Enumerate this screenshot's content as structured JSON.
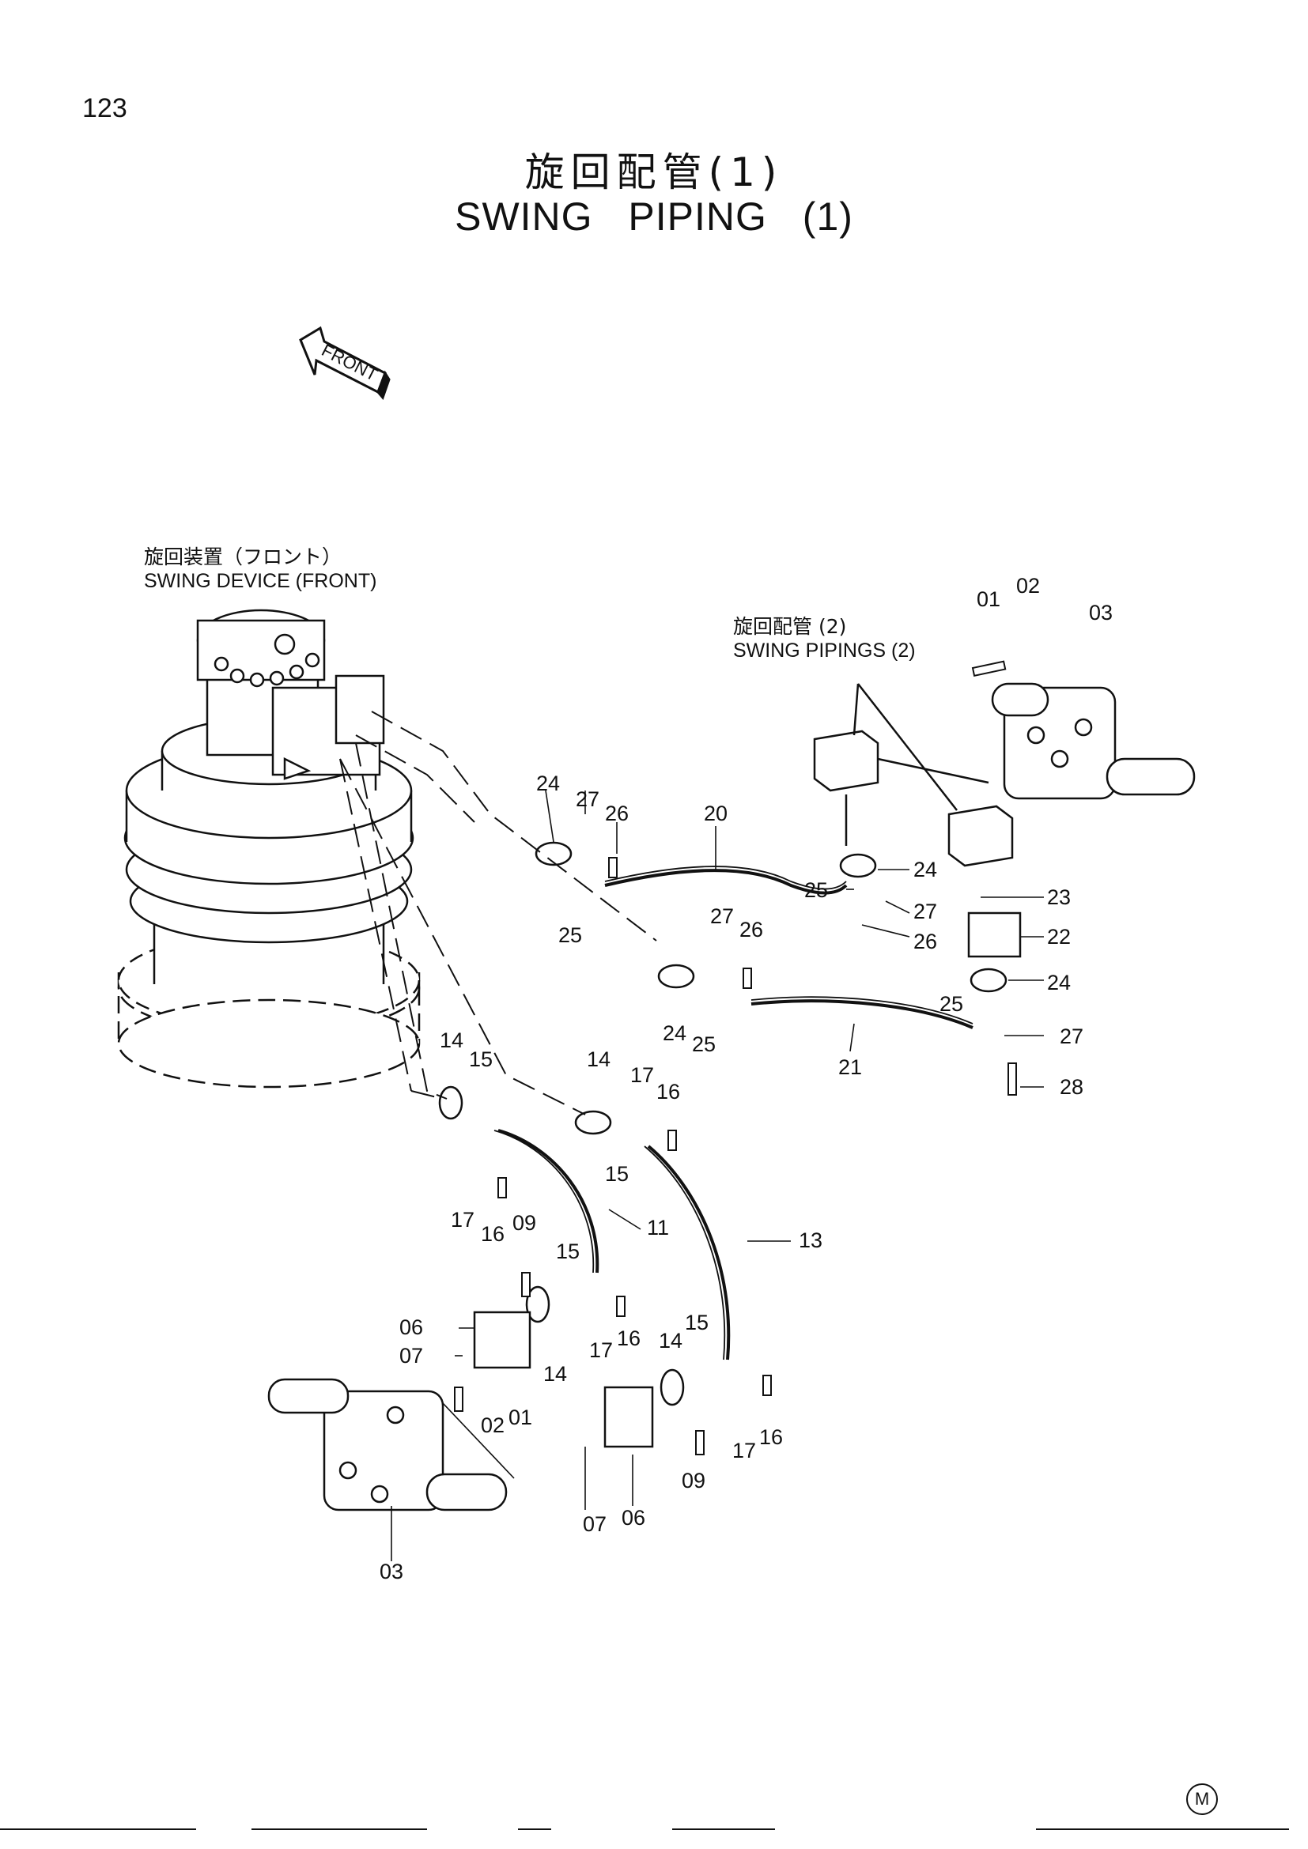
{
  "page_number": "123",
  "title_jp": "旋回配管(1)",
  "title_en": "SWING   PIPING (1)",
  "front_arrow_label": "FRONT",
  "labels": {
    "swing_device_jp": "旋回装置（フロント）",
    "swing_device_en": "SWING DEVICE (FRONT)",
    "swing_pipings_jp": "旋回配管 (2)",
    "swing_pipings_en": "SWING PIPINGS (2)"
  },
  "callouts": [
    "01",
    "02",
    "03",
    "24",
    "27",
    "26",
    "20",
    "24",
    "25",
    "27",
    "23",
    "22",
    "25",
    "27",
    "26",
    "24",
    "24",
    "25",
    "25",
    "27",
    "26",
    "21",
    "28",
    "14",
    "15",
    "14",
    "17",
    "16",
    "15",
    "17",
    "16",
    "09",
    "11",
    "13",
    "15",
    "06",
    "07",
    "14",
    "17",
    "16",
    "15",
    "14",
    "02",
    "01",
    "17",
    "16",
    "09",
    "03",
    "07",
    "06"
  ],
  "marks": {
    "circle_m": "M"
  }
}
